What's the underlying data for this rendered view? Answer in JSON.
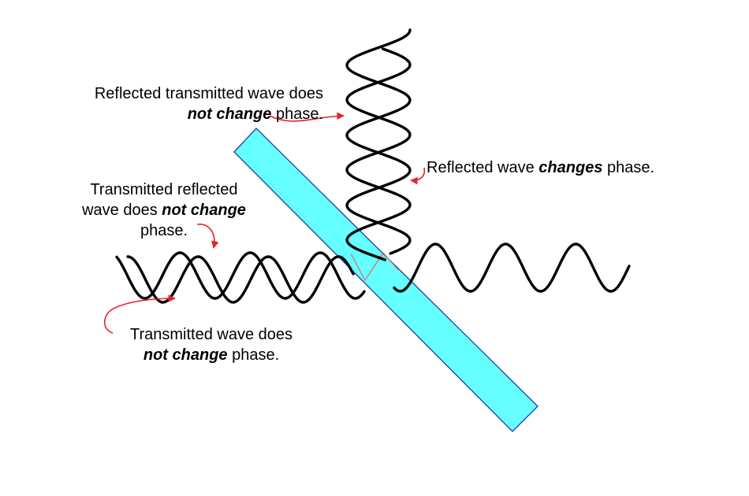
{
  "labels": {
    "reflected_transmitted": {
      "line1": "Reflected transmitted wave does",
      "emph": "not change",
      "rest": " phase."
    },
    "reflected_changes": {
      "pre": "Reflected wave ",
      "emph": "changes",
      "rest": " phase."
    },
    "transmitted_reflected": {
      "line1": "Transmitted reflected",
      "line2_pre": "wave does ",
      "emph": "not change",
      "line3": "phase."
    },
    "transmitted": {
      "line1": "Transmitted wave does",
      "emph": "not change",
      "rest": " phase."
    }
  },
  "colors": {
    "plate_fill": "#66ffff",
    "plate_stroke": "#1c3faa",
    "wave": "#000000",
    "arrow": "#e8232a",
    "inner_path": "#c97a6e"
  }
}
